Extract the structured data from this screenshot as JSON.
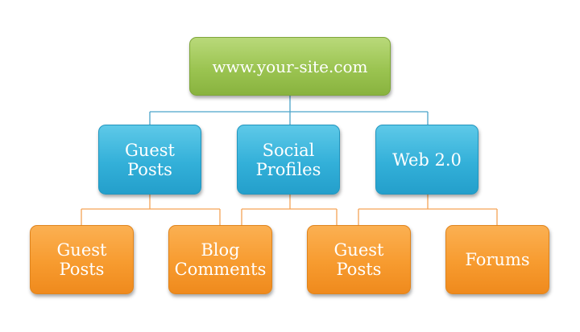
{
  "diagram": {
    "root": {
      "label": "www.your-site.com"
    },
    "level1": [
      {
        "label": "Guest\nPosts"
      },
      {
        "label": "Social\nProfiles"
      },
      {
        "label": "Web 2.0"
      }
    ],
    "level2": [
      {
        "label": "Guest\nPosts"
      },
      {
        "label": "Blog\nComments"
      },
      {
        "label": "Guest\nPosts"
      },
      {
        "label": "Forums"
      }
    ]
  },
  "colors": {
    "root": "#9bc451",
    "level1": "#33b0d9",
    "level2": "#f79b2f",
    "root_connector": "#4aa3c9",
    "child_connector": "#f5a356"
  }
}
